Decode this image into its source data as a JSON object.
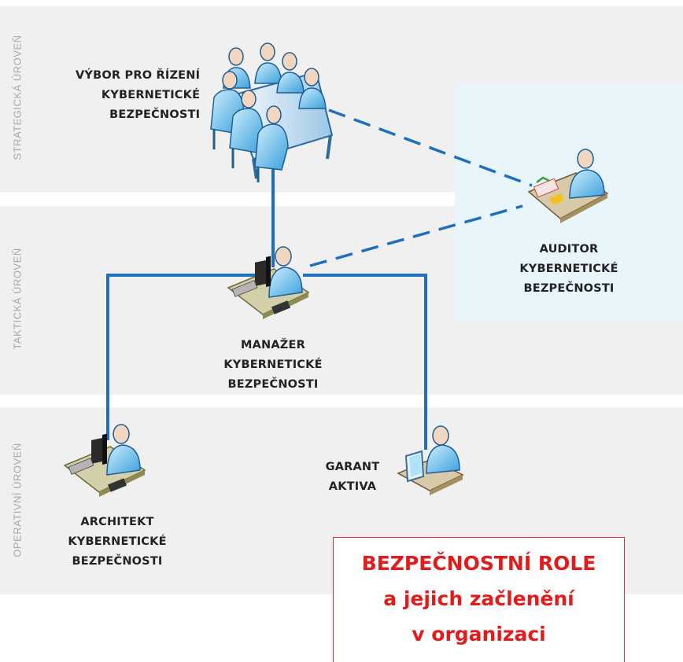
{
  "levels": {
    "strategic": "STRATEGICKÁ ÚROVEŇ",
    "tactical": "TAKTICKÁ ÚROVEŇ",
    "operational": "OPERATIVNÍ ÚROVEŇ"
  },
  "roles": {
    "committee": "VÝBOR PRO ŘÍZENÍ\nKYBERNETICKÉ\nBEZPEČNOSTI",
    "auditor": "AUDITOR\nKYBERNETICKÉ\nBEZPEČNOSTI",
    "manager": "MANAŽER\nKYBERNETICKÉ\nBEZPEČNOSTI",
    "architect": "ARCHITEKT\nKYBERNETICKÉ\nBEZPEČNOSTI",
    "asset_owner": "GARANT\nAKTIVA"
  },
  "note": {
    "line1": "BEZPEČNOSTNÍ ROLE",
    "line2": "a jejich začlenění",
    "line3": "v organizaci"
  },
  "colors": {
    "line": "#1f6fc0",
    "band": "#f0f0f0",
    "audit_panel": "#e8f6fb",
    "note_text": "#e41b1b",
    "label_text": "#a8a8a8"
  },
  "icons": {
    "committee": "meeting-table-icon",
    "auditor": "auditor-desk-icon",
    "manager": "workstation-icon",
    "architect": "workstation-icon",
    "asset_owner": "laptop-user-icon"
  }
}
